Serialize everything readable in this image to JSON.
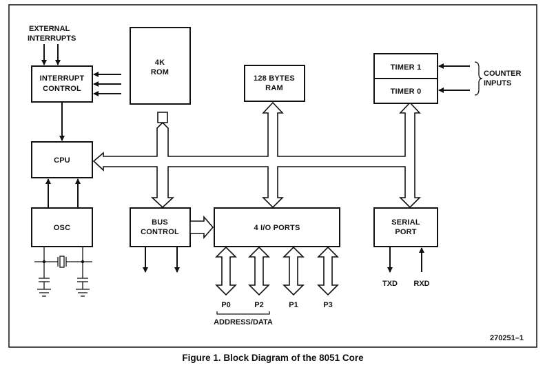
{
  "labels": {
    "external_interrupts_1": "EXTERNAL",
    "external_interrupts_2": "INTERRUPTS",
    "interrupt_control_1": "INTERRUPT",
    "interrupt_control_2": "CONTROL",
    "rom_1": "4K",
    "rom_2": "ROM",
    "ram_1": "128 BYTES",
    "ram_2": "RAM",
    "timer1": "TIMER 1",
    "timer0": "TIMER 0",
    "counter_inputs_1": "COUNTER",
    "counter_inputs_2": "INPUTS",
    "cpu": "CPU",
    "osc": "OSC",
    "bus_control_1": "BUS",
    "bus_control_2": "CONTROL",
    "io_ports": "4 I/O PORTS",
    "serial_port_1": "SERIAL",
    "serial_port_2": "PORT",
    "txd": "TXD",
    "rxd": "RXD",
    "p0": "P0",
    "p2": "P2",
    "p1": "P1",
    "p3": "P3",
    "address_data": "ADDRESS/DATA",
    "figure_number": "270251–1"
  },
  "caption": "Figure 1. Block Diagram of the 8051 Core"
}
